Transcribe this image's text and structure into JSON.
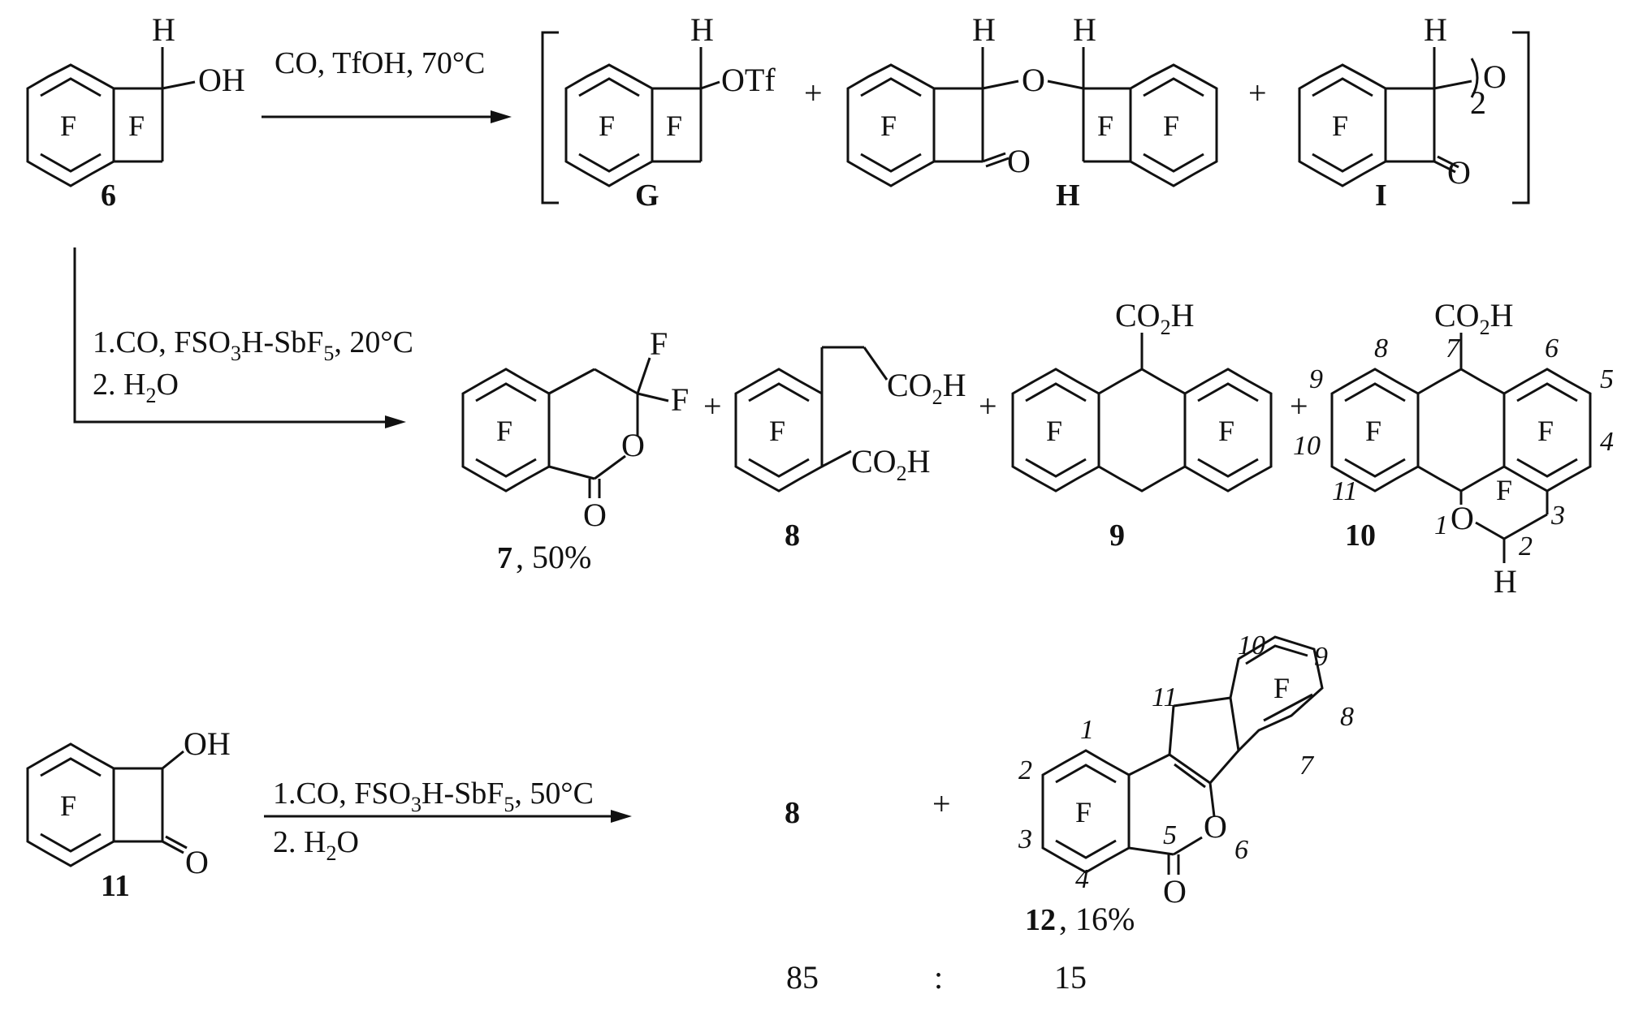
{
  "reactions": [
    {
      "conditions": [
        "CO, TfOH, 70°C"
      ]
    },
    {
      "conditions": [
        "1.CO, FSO3H-SbF5, 20°C",
        "2. H2O"
      ]
    },
    {
      "conditions": [
        "1.CO, FSO3H-SbF5, 50°C",
        "2. H2O"
      ]
    }
  ],
  "compounds": {
    "c6": {
      "label": "6",
      "atoms": {
        "h": "H",
        "oh": "OH",
        "ring1": "F",
        "ring2": "F"
      }
    },
    "cG": {
      "label": "G",
      "atoms": {
        "h": "H",
        "otf": "OTf",
        "ring1": "F",
        "ring2": "F"
      }
    },
    "cH": {
      "label": "H",
      "atoms": {
        "h1": "H",
        "h2": "H",
        "o": "O",
        "co": "O",
        "ring1": "F",
        "ring2": "F",
        "ring3": "F"
      }
    },
    "cI": {
      "label": "I",
      "atoms": {
        "h": "H",
        "o": "O",
        "sub2": "2",
        "co": "O",
        "ring1": "F"
      }
    },
    "c7": {
      "label": "7",
      "yield": ", 50%",
      "atoms": {
        "f1": "F",
        "f2": "F",
        "o": "O",
        "co": "O",
        "ring1": "F"
      }
    },
    "c8": {
      "label": "8",
      "atoms": {
        "ring1": "F"
      }
    },
    "c9": {
      "label": "9",
      "atoms": {
        "ring1": "F",
        "ring2": "F"
      }
    },
    "c10": {
      "label": "10",
      "atoms": {
        "o": "O",
        "h": "H",
        "ring1": "F",
        "ring2": "F",
        "ring3": "F"
      }
    },
    "c11": {
      "label": "11",
      "atoms": {
        "oh": "OH",
        "co": "O",
        "ring1": "F"
      }
    },
    "c12": {
      "label": "12",
      "yield": ", 16%",
      "atoms": {
        "o": "O",
        "co": "O",
        "ring1": "F",
        "ring2": "F"
      }
    },
    "c8b": {
      "label": "8"
    }
  },
  "numbering": {
    "c10": [
      "1",
      "2",
      "3",
      "4",
      "5",
      "6",
      "7",
      "8",
      "9",
      "10",
      "11"
    ],
    "c12": [
      "1",
      "2",
      "3",
      "4",
      "5",
      "6",
      "7",
      "8",
      "9",
      "10",
      "11"
    ]
  },
  "plus_sign": "+",
  "ratio": {
    "left": "85",
    "sep": ":",
    "right": "15"
  }
}
